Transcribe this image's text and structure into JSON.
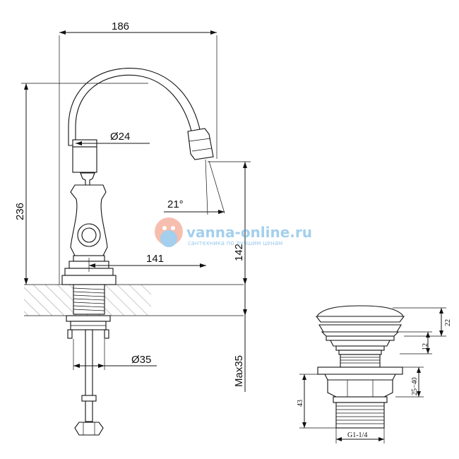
{
  "faucet": {
    "width": "186",
    "height": "236",
    "spout_diameter": "Ø24",
    "spout_angle": "21°",
    "spout_reach": "141",
    "spout_height": "142",
    "connection_diameter": "Ø35",
    "max_deck": "Max35"
  },
  "drain": {
    "cap_height": "22",
    "collar_height": "12",
    "range": "25−40",
    "body_height": "43",
    "thread": "G1-1/4"
  },
  "watermark": {
    "name_part1": "vanna",
    "name_part2": "-online.ru",
    "tagline": "сантехника по лучшим ценам"
  },
  "colors": {
    "line": "#111111",
    "watermark": "#5aa9df",
    "watermark_logo": "#f08a6e"
  }
}
